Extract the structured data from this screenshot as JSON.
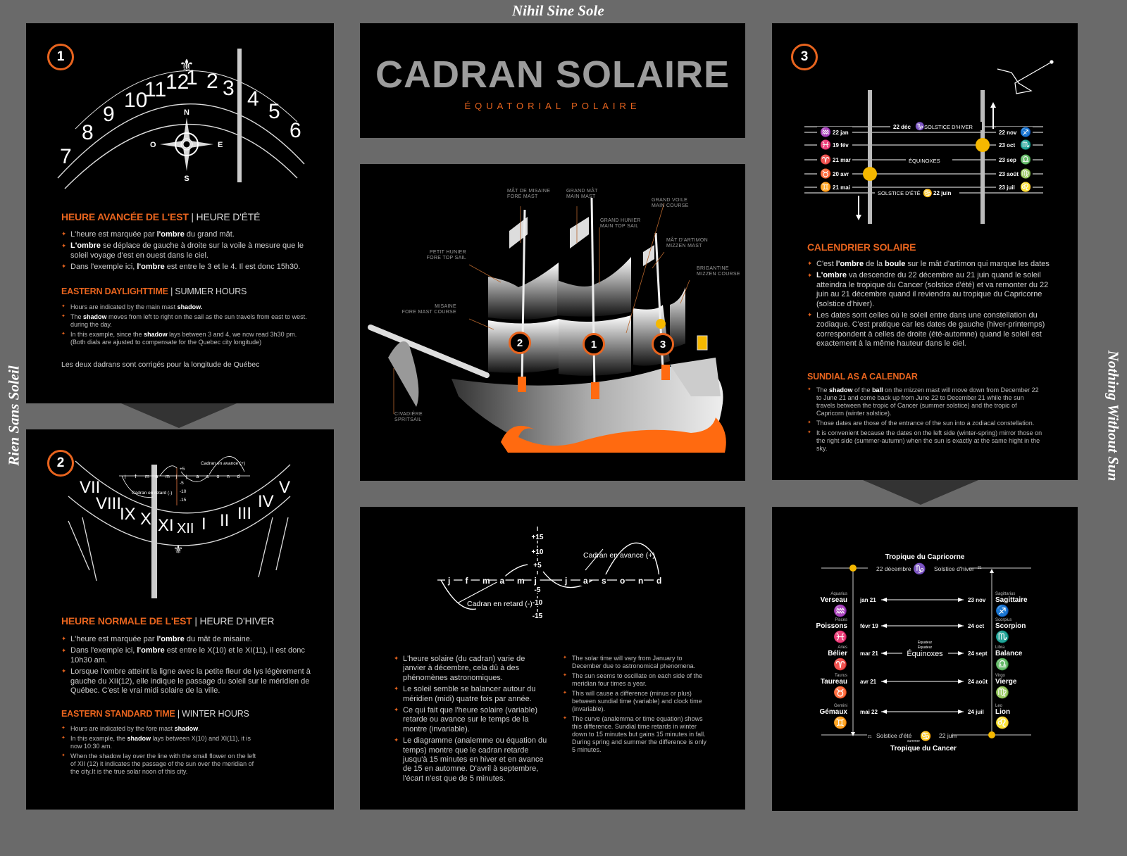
{
  "mottos": {
    "top": "Nihil Sine Sole",
    "left": "Rien Sans Soleil",
    "right": "Nothing Without Sun"
  },
  "title": {
    "main": "CADRAN SOLAIRE",
    "subtitle": "ÉQUATORIAL POLAIRE"
  },
  "colors": {
    "accent": "#e8641e",
    "sun": "#f5b800",
    "panel": "#000000",
    "background": "#6a6a6a"
  },
  "panel1": {
    "badge": "1",
    "dial_numerals": [
      "7",
      "8",
      "9",
      "10",
      "11",
      "12",
      "1",
      "2",
      "3",
      "4",
      "5",
      "6"
    ],
    "compass": {
      "n": "N",
      "s": "S",
      "e": "E",
      "o": "O"
    },
    "fr_heading": "HEURE AVANCÉE DE L'EST",
    "fr_sub": "HEURE D'ÉTÉ",
    "fr_bullets": [
      [
        {
          "t": "L'heure est marquée par "
        },
        {
          "t": "l'ombre",
          "b": true
        },
        {
          "t": " du grand mât."
        }
      ],
      [
        {
          "t": "L'ombre",
          "b": true
        },
        {
          "t": " se déplace de gauche à droite sur la voile à mesure que le soleil voyage d'est en ouest dans le ciel."
        }
      ],
      [
        {
          "t": "Dans l'exemple ici, "
        },
        {
          "t": "l'ombre",
          "b": true
        },
        {
          "t": " est entre le 3 et le 4. Il est donc 15h30."
        }
      ]
    ],
    "en_heading": "EASTERN DAYLIGHTTIME",
    "en_sub": "SUMMER HOURS",
    "en_bullets": [
      [
        {
          "t": "Hours are indicated by the main mast "
        },
        {
          "t": "shadow.",
          "b": true
        }
      ],
      [
        {
          "t": "The "
        },
        {
          "t": "shadow",
          "b": true
        },
        {
          "t": " moves from left to right on the sail as the sun travels from east to west. during the day."
        }
      ],
      [
        {
          "t": "In this example, since the "
        },
        {
          "t": "shadow",
          "b": true
        },
        {
          "t": " lays between 3 and 4, we now read 3h30 pm. (Both dials are ajusted to compensate for the Quebec city longitude)"
        }
      ]
    ],
    "note": "Les deux dadrans sont corrigés pour la longitude de Québec"
  },
  "panel2": {
    "badge": "2",
    "dial_numerals": [
      "VII",
      "VIII",
      "IX",
      "X",
      "XI",
      "XII",
      "I",
      "II",
      "III",
      "IV",
      "V"
    ],
    "mini_months": [
      "j",
      "f",
      "m",
      "a",
      "m",
      "j",
      "j",
      "a",
      "s",
      "o",
      "n",
      "d"
    ],
    "mini_ticks": [
      "+5",
      "-5",
      "-10",
      "-15"
    ],
    "mini_late": "Cadran en retard (-)",
    "mini_early": "Cadran en avance (+)",
    "fr_heading": "HEURE NORMALE DE L'EST",
    "fr_sub": "HEURE D'HIVER",
    "fr_bullets": [
      [
        {
          "t": "L'heure est marquée par "
        },
        {
          "t": "l'ombre",
          "b": true
        },
        {
          "t": " du mât de  misaine."
        }
      ],
      [
        {
          "t": "Dans l'exemple ici, "
        },
        {
          "t": "l'ombre",
          "b": true
        },
        {
          "t": " est entre le X(10) et le XI(11), il est donc 10h30 am."
        }
      ],
      [
        {
          "t": "Lorsque l'ombre atteint la ligne avec la petite fleur de lys légèrement à gauche du XII(12), elle indique le passage du soleil sur le méridien de Québec. C'est le vrai midi solaire de la ville."
        }
      ]
    ],
    "en_heading": "EASTERN STANDARD TIME",
    "en_sub": "WINTER HOURS",
    "en_bullets": [
      [
        {
          "t": "Hours are indicated by the fore mast "
        },
        {
          "t": "shadow",
          "b": true
        },
        {
          "t": "."
        }
      ],
      [
        {
          "t": "In this example, the "
        },
        {
          "t": "shadow",
          "b": true
        },
        {
          "t": " lays between X(10) and XI(11), it is now 10:30 am."
        }
      ],
      [
        {
          "t": "When the shadow lay over the line with the small flower on the left of XII (12) it indicates the passage of the sun over the meridian of the city.It is the true solar noon of this city."
        }
      ]
    ]
  },
  "ship": {
    "badges": [
      "2",
      "1",
      "3"
    ],
    "labels": [
      {
        "fr": "MÂT DE MISAINE",
        "en": "FORE MAST"
      },
      {
        "fr": "GRAND MÂT",
        "en": "MAIN MAST"
      },
      {
        "fr": "GRAND HUNIER",
        "en": "MAIN TOP SAIL"
      },
      {
        "fr": "GRAND VOILE",
        "en": "MAIN COURSE"
      },
      {
        "fr": "MÂT D'ARTIMON",
        "en": "MIZZEN MAST"
      },
      {
        "fr": "BRIGANTINE",
        "en": "MIZZEN COURSE"
      },
      {
        "fr": "PETIT HUNIER",
        "en": "FORE TOP SAIL"
      },
      {
        "fr": "MISAINE",
        "en": "FORE MAST COURSE"
      },
      {
        "fr": "CIVADIÈRE",
        "en": "SPRITSAIL"
      }
    ]
  },
  "panel3": {
    "badge": "3",
    "winter": "SOLSTICE D'HIVER",
    "winter_date": "22 déc",
    "summer": "SOLSTICE D'ÉTÉ",
    "summer_date": "22 juin",
    "equinox": "ÉQUINOXES",
    "left_rows": [
      {
        "sign": "♒",
        "date": "22 jan"
      },
      {
        "sign": "♓",
        "date": "19 fév"
      },
      {
        "sign": "♈",
        "date": "21 mar"
      },
      {
        "sign": "♉",
        "date": "20 avr"
      },
      {
        "sign": "♊",
        "date": "21 mai"
      }
    ],
    "right_rows": [
      {
        "sign": "♐",
        "date": "22 nov"
      },
      {
        "sign": "♏",
        "date": "23 oct"
      },
      {
        "sign": "♎",
        "date": "23 sep"
      },
      {
        "sign": "♍",
        "date": "23 août"
      },
      {
        "sign": "♌",
        "date": "23 juil"
      }
    ],
    "fr_heading": "CALENDRIER SOLAIRE",
    "fr_bullets": [
      [
        {
          "t": "C'est "
        },
        {
          "t": "l'ombre",
          "b": true
        },
        {
          "t": " de la "
        },
        {
          "t": "boule",
          "b": true
        },
        {
          "t": " sur le mât d'artimon qui marque les dates"
        }
      ],
      [
        {
          "t": "L'ombre",
          "b": true
        },
        {
          "t": " va descendre du 22 décembre au 21 juin quand le soleil atteindra le tropique du Cancer (solstice d'été) et va remonter du 22 juin au 21 décembre quand il reviendra au tropique du Capricorne (solstice d'hiver)."
        }
      ],
      [
        {
          "t": "Les dates sont celles où le soleil entre dans une constellation du zodiaque. C'est pratique car les dates de gauche (hiver-printemps) correspondent à celles de droite (été-automne) quand le soleil est exactement à la même hauteur dans le ciel."
        }
      ]
    ],
    "en_heading": "SUNDIAL AS A CALENDAR",
    "en_bullets": [
      [
        {
          "t": "The "
        },
        {
          "t": "shadow",
          "b": true
        },
        {
          "t": " of the "
        },
        {
          "t": "ball",
          "b": true
        },
        {
          "t": " on the mizzen mast  will move down from December 22 to June 21 and come back up  from June 22 to December 21 while the sun travels between the tropic of Cancer (summer solstice) and the tropic of Capricorn (winter solstice)."
        }
      ],
      [
        {
          "t": "Those dates are those of the entrance of the sun into a zodiacal constellation."
        }
      ],
      [
        {
          "t": "It is convenient because the dates on the left side (winter-spring) mirror those on the right side (summer-autumn) when the sun is exactly at the same hight in the sky."
        }
      ]
    ]
  },
  "analemma": {
    "months": [
      "j",
      "f",
      "m",
      "a",
      "m",
      "j",
      "j",
      "a",
      "s",
      "o",
      "n",
      "d"
    ],
    "ticks": [
      "+15",
      "+10",
      "+5",
      "-5",
      "-10",
      "-15"
    ],
    "late": "Cadran en retard (-)",
    "early": "Cadran en avance (+)",
    "fr_bullets": [
      [
        {
          "t": "L'heure solaire (du cadran) varie de janvier à décembre, cela dû à des phénomènes astronomiques."
        }
      ],
      [
        {
          "t": "Le soleil semble se balancer autour du méridien (midi) quatre fois par année."
        }
      ],
      [
        {
          "t": "Ce qui fait que l'heure solaire (variable) retarde ou avance sur le temps de la montre (invariable)."
        }
      ],
      [
        {
          "t": "Le diagramme (analemme ou équation du temps) montre que le cadran retarde jusqu'à 15 minutes en hiver et en avance de 15 en automne. D'avril à septembre, l'écart n'est que de 5 minutes."
        }
      ]
    ],
    "en_bullets": [
      [
        {
          "t": "The solar time will vary from January to December due to astronomical phenomena."
        }
      ],
      [
        {
          "t": "The sun seems to oscillate on each side of the meridian four times a year."
        }
      ],
      [
        {
          "t": "This will cause a difference (minus or plus) between sundial time (variable) and clock time (invariable)."
        }
      ],
      [
        {
          "t": "The curve (analemma or time equation) shows this difference. Sundial time retards in winter down to 15 minutes but gains 15 minutes in fall. During spring and summer the difference is only 5 minutes."
        }
      ]
    ]
  },
  "panel4": {
    "capricorn": "Tropique du Capricorne",
    "cancer": "Tropique du Cancer",
    "winter_date": "22 décembre",
    "winter": "Solstice d'hiver",
    "winter_sup": "21",
    "summer": "Solstice d'été",
    "summer_small": "summer",
    "summer_sup": "21",
    "summer_date": "22 juin",
    "equator1": "Équateur",
    "equator2": "Équateur",
    "equinox": "Équinoxes",
    "cancer_sign": "♋",
    "capricorn_sign": "♑",
    "rows": [
      {
        "l_latin": "Aquarius",
        "l_name": "Verseau",
        "l_sign": "♒",
        "l_date": "jan 21",
        "r_date": "23 nov",
        "r_latin": "Sagittarius",
        "r_name": "Sagittaire",
        "r_sign": "♐"
      },
      {
        "l_latin": "Pisces",
        "l_name": "Poissons",
        "l_sign": "♓",
        "l_date": "févr 19",
        "r_date": "24 oct",
        "r_latin": "Scorpius",
        "r_name": "Scorpion",
        "r_sign": "♏"
      },
      {
        "l_latin": "Aries",
        "l_name": "Bélier",
        "l_sign": "♈",
        "l_date": "mar 21",
        "r_date": "24 sept",
        "r_latin": "Libra",
        "r_name": "Balance",
        "r_sign": "♎"
      },
      {
        "l_latin": "Taurus",
        "l_name": "Taureau",
        "l_sign": "♉",
        "l_date": "avr 21",
        "r_date": "24 août",
        "r_latin": "Virgo",
        "r_name": "Vierge",
        "r_sign": "♍"
      },
      {
        "l_latin": "Gemini",
        "l_name": "Gémaux",
        "l_sign": "♊",
        "l_date": "mai 22",
        "r_date": "24 juil",
        "r_latin": "Leo",
        "r_name": "Lion",
        "r_sign": "♌"
      }
    ]
  }
}
